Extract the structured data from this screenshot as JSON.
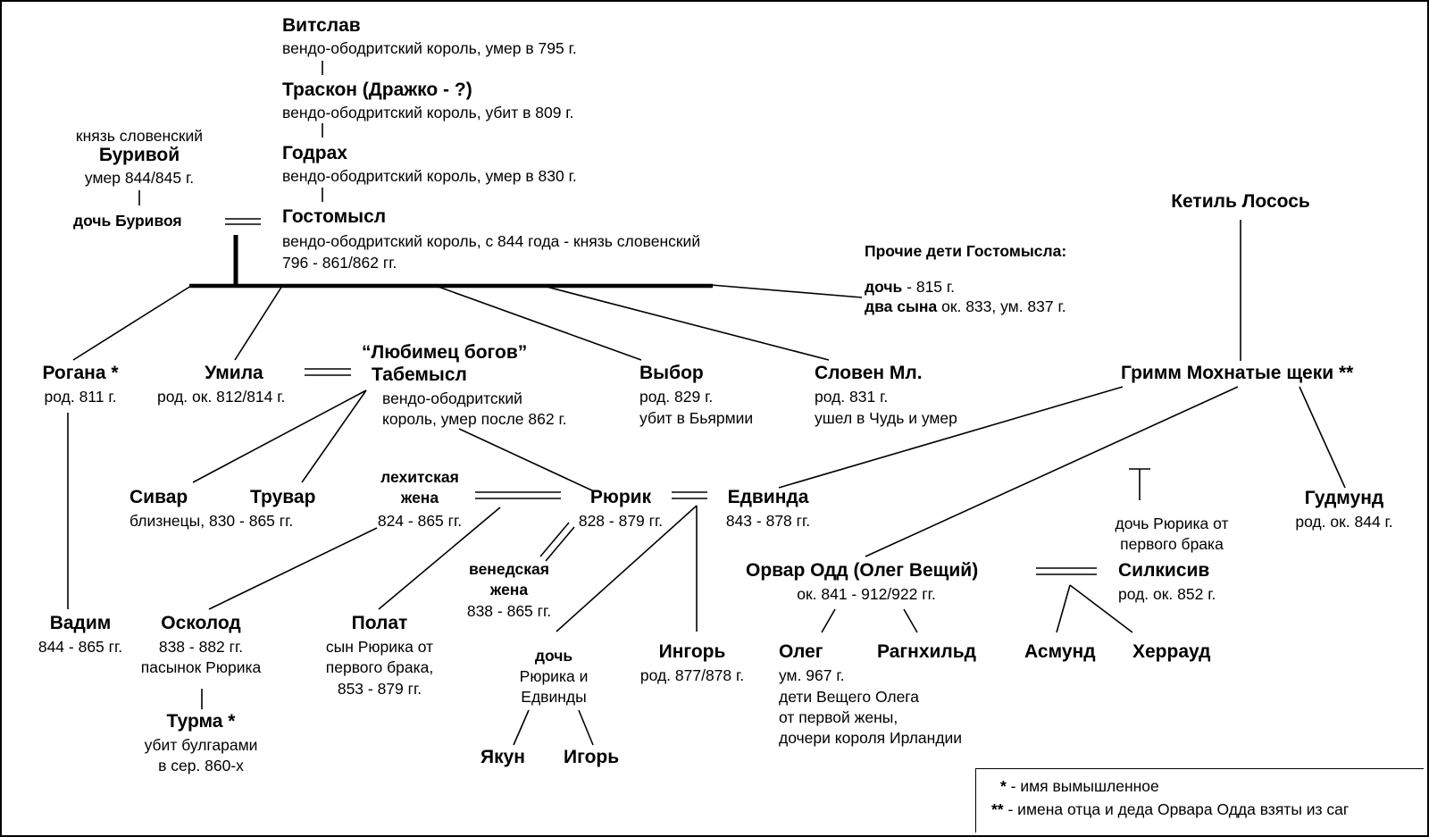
{
  "vitslav": {
    "name": "Витслав",
    "desc": "вендо-ободритский король, умер в 795 г."
  },
  "traskon": {
    "name": "Траскон (Дражко - ?)",
    "desc": "вендо-ободритский король, убит в 809 г."
  },
  "godrakh": {
    "name": "Годрах",
    "desc": "вендо-ободритский король, умер в 830 г."
  },
  "gostomysl": {
    "name": "Гостомысл",
    "desc1": "вендо-ободритский король, с 844 года - князь словенский",
    "desc2": "796 - 861/862 гг."
  },
  "burivoy": {
    "title": "князь словенский",
    "name": "Буривой",
    "desc": "умер 844/845 г.",
    "daughter": "дочь Буривоя"
  },
  "other_children": {
    "heading": "Прочие дети Гостомысла:",
    "daughter_label": "дочь",
    "daughter_text": " - 815 г.",
    "sons_label": "два сына",
    "sons_text": " ок. 833, ум. 837 г."
  },
  "ketil": {
    "name": "Кетиль Лосось"
  },
  "rogana": {
    "name": "Рогана *",
    "desc": "род. 811 г."
  },
  "umila": {
    "name": "Умила",
    "desc": "род. ок. 812/814 г."
  },
  "tabemysl": {
    "epithet": "“Любимец богов”",
    "name": "Табемысл",
    "desc1": "вендо-ободритский",
    "desc2": "король, умер после 862 г."
  },
  "vybor": {
    "name": "Выбор",
    "desc1": "род. 829 г.",
    "desc2": "убит в Бьярмии"
  },
  "sloven": {
    "name": "Словен Мл.",
    "desc1": "род.  831 г.",
    "desc2": "ушел в Чудь и умер"
  },
  "grimm": {
    "name": "Гримм Мохнатые щеки **"
  },
  "sivar": {
    "name": "Сивар"
  },
  "truvar": {
    "name": "Трувар"
  },
  "twins": {
    "desc": "близнецы, 830 - 865 гг."
  },
  "lekh_wife": {
    "line1": "лехитская",
    "line2": "жена",
    "dates": "824 - 865 гг."
  },
  "rurik": {
    "name": "Рюрик",
    "dates": "828 - 879 гг."
  },
  "edvinda": {
    "name": "Едвинда",
    "dates": "843 - 878 гг."
  },
  "gudmund": {
    "name": "Гудмунд",
    "desc": "род. ок. 844 г."
  },
  "rurik_daughter1": {
    "line1": "дочь Рюрика от",
    "line2": "первого брака"
  },
  "vened_wife": {
    "line1": "венедская",
    "line2": "жена",
    "dates": "838 - 865 гг."
  },
  "orvar": {
    "name": "Орвар Одд (Олег Вещий)",
    "dates": "ок. 841 - 912/922 гг."
  },
  "silkisiv": {
    "name": "Силкисив",
    "desc": "род. ок. 852 г."
  },
  "vadim": {
    "name": "Вадим",
    "dates": "844 - 865 гг."
  },
  "oskolod": {
    "name": "Осколод",
    "dates": "838 - 882 гг.",
    "desc": "пасынок Рюрика"
  },
  "polat": {
    "name": "Полат",
    "desc1": "сын Рюрика от",
    "desc2": "первого брака,",
    "desc3": "853 - 879 гг."
  },
  "ingor": {
    "name": "Ингорь",
    "desc": "род. 877/878 г."
  },
  "oleg": {
    "name": "Олег",
    "desc1": "ум. 967 г.",
    "desc2": "дети Вещего Олега",
    "desc3": "от первой жены,",
    "desc4": "дочери короля Ирландии"
  },
  "ragnhild": {
    "name": "Рагнхильд"
  },
  "asmund": {
    "name": "Асмунд"
  },
  "kherraud": {
    "name": "Херрауд"
  },
  "turma": {
    "name": "Турма *",
    "desc1": "убит булгарами",
    "desc2": "в сер. 860-х"
  },
  "rurik_daughter2": {
    "line1": "дочь",
    "line2": "Рюрика и",
    "line3": "Едвинды"
  },
  "yakun": {
    "name": "Якун"
  },
  "igor": {
    "name": "Игорь"
  },
  "legend": {
    "star1_mark": "*",
    "star1_text": " - имя вымышленное",
    "star2_mark": "**",
    "star2_text": " - имена отца и деда Орвара Одда взяты из саг"
  }
}
